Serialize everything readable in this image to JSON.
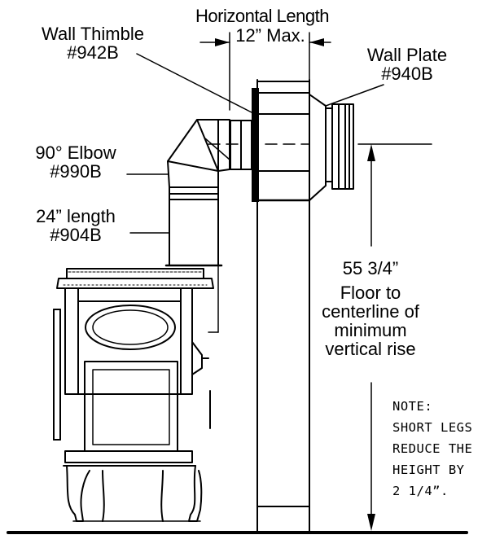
{
  "labels": {
    "horizontal_length": "Horizontal Length",
    "max_length": "12” Max.",
    "wall_thimble": {
      "name": "Wall Thimble",
      "part": "#942B"
    },
    "wall_plate": {
      "name": "Wall Plate",
      "part": "#940B"
    },
    "elbow": {
      "name": "90° Elbow",
      "part": "#990B"
    },
    "pipe_length": {
      "name": "24” length",
      "part": "#904B"
    },
    "height": "55 3/4”",
    "height_desc": [
      "Floor to",
      "centerline of",
      "minimum",
      "vertical rise"
    ]
  },
  "note": [
    "NOTE:",
    "SHORT LEGS",
    "REDUCE THE",
    "HEIGHT BY",
    "2 1/4”."
  ],
  "colors": {
    "line": "#000000",
    "background": "#ffffff"
  }
}
